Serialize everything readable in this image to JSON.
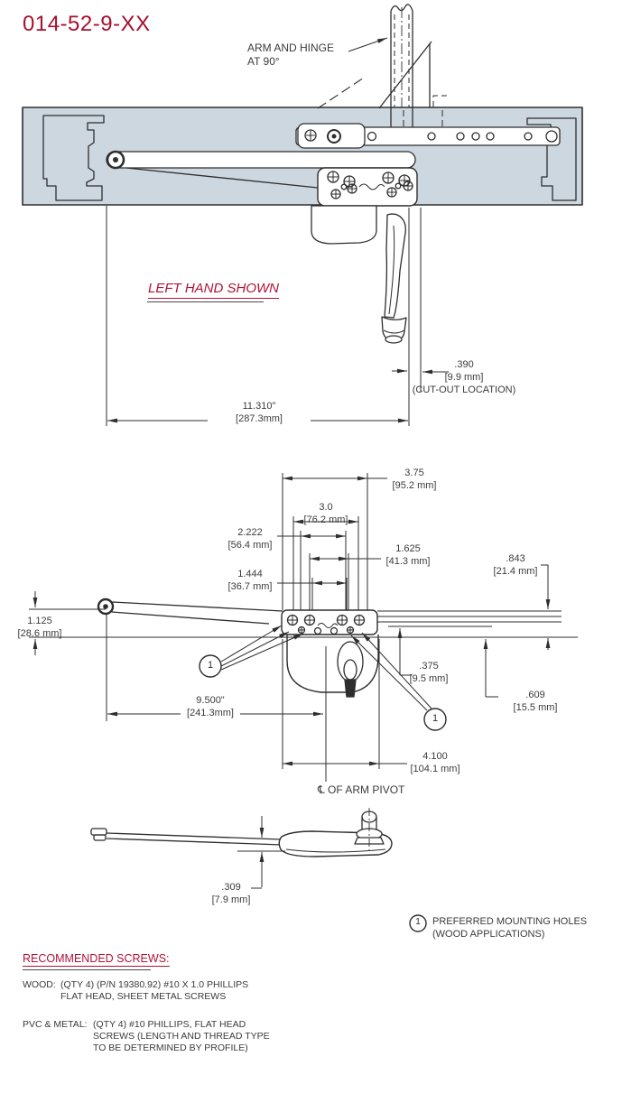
{
  "title": {
    "part_number": "014-52-9-XX"
  },
  "colors": {
    "accent_red": "#a8102f",
    "frame_fill": "#cdd7e0",
    "line": "#2e2e2e"
  },
  "top_view": {
    "arm_hinge_label": {
      "line1": "ARM AND HINGE",
      "line2": "AT 90°"
    },
    "hand_note": "LEFT HAND SHOWN",
    "dims": {
      "cutout": {
        "in": ".390",
        "mm": "[9.9 mm]",
        "note": "(CUT-OUT LOCATION)"
      },
      "overall": {
        "in": "11.310\"",
        "mm": "[287.3mm]"
      }
    }
  },
  "middle_view": {
    "callout_number": "1",
    "centerline_label": "℄ OF ARM PIVOT",
    "dims": {
      "spacing_375": {
        "in": "3.75",
        "mm": "[95.2 mm]"
      },
      "spacing_30": {
        "in": "3.0",
        "mm": "[76.2 mm]"
      },
      "spacing_2222": {
        "in": "2.222",
        "mm": "[56.4 mm]"
      },
      "spacing_1625": {
        "in": "1.625",
        "mm": "[41.3 mm]"
      },
      "spacing_1444": {
        "in": "1.444",
        "mm": "[36.7 mm]"
      },
      "offset_843": {
        "in": ".843",
        "mm": "[21.4 mm]"
      },
      "offset_1125": {
        "in": "1.125",
        "mm": "[28.6 mm]"
      },
      "offset_375": {
        "in": ".375",
        "mm": "[9.5 mm]"
      },
      "offset_609": {
        "in": ".609",
        "mm": "[15.5 mm]"
      },
      "arm_length": {
        "in": "9.500\"",
        "mm": "[241.3mm]"
      },
      "base_width": {
        "in": "4.100",
        "mm": "[104.1 mm]"
      }
    }
  },
  "side_view": {
    "dims": {
      "thickness": {
        "in": ".309",
        "mm": "[7.9 mm]"
      }
    }
  },
  "notes": {
    "mounting": {
      "number": "1",
      "line1": "PREFERRED MOUNTING HOLES",
      "line2": "(WOOD APPLICATIONS)"
    },
    "screws": {
      "heading": "RECOMMENDED SCREWS:",
      "wood_label": "WOOD:",
      "wood_line1": "(QTY 4) (P/N 19380.92) #10 X 1.0 PHILLIPS",
      "wood_line2": "FLAT HEAD, SHEET METAL SCREWS",
      "pvc_label": "PVC & METAL:",
      "pvc_line1": "(QTY 4) #10 PHILLIPS, FLAT HEAD",
      "pvc_line2": "SCREWS (LENGTH AND THREAD TYPE",
      "pvc_line3": "TO BE DETERMINED BY PROFILE)"
    }
  }
}
